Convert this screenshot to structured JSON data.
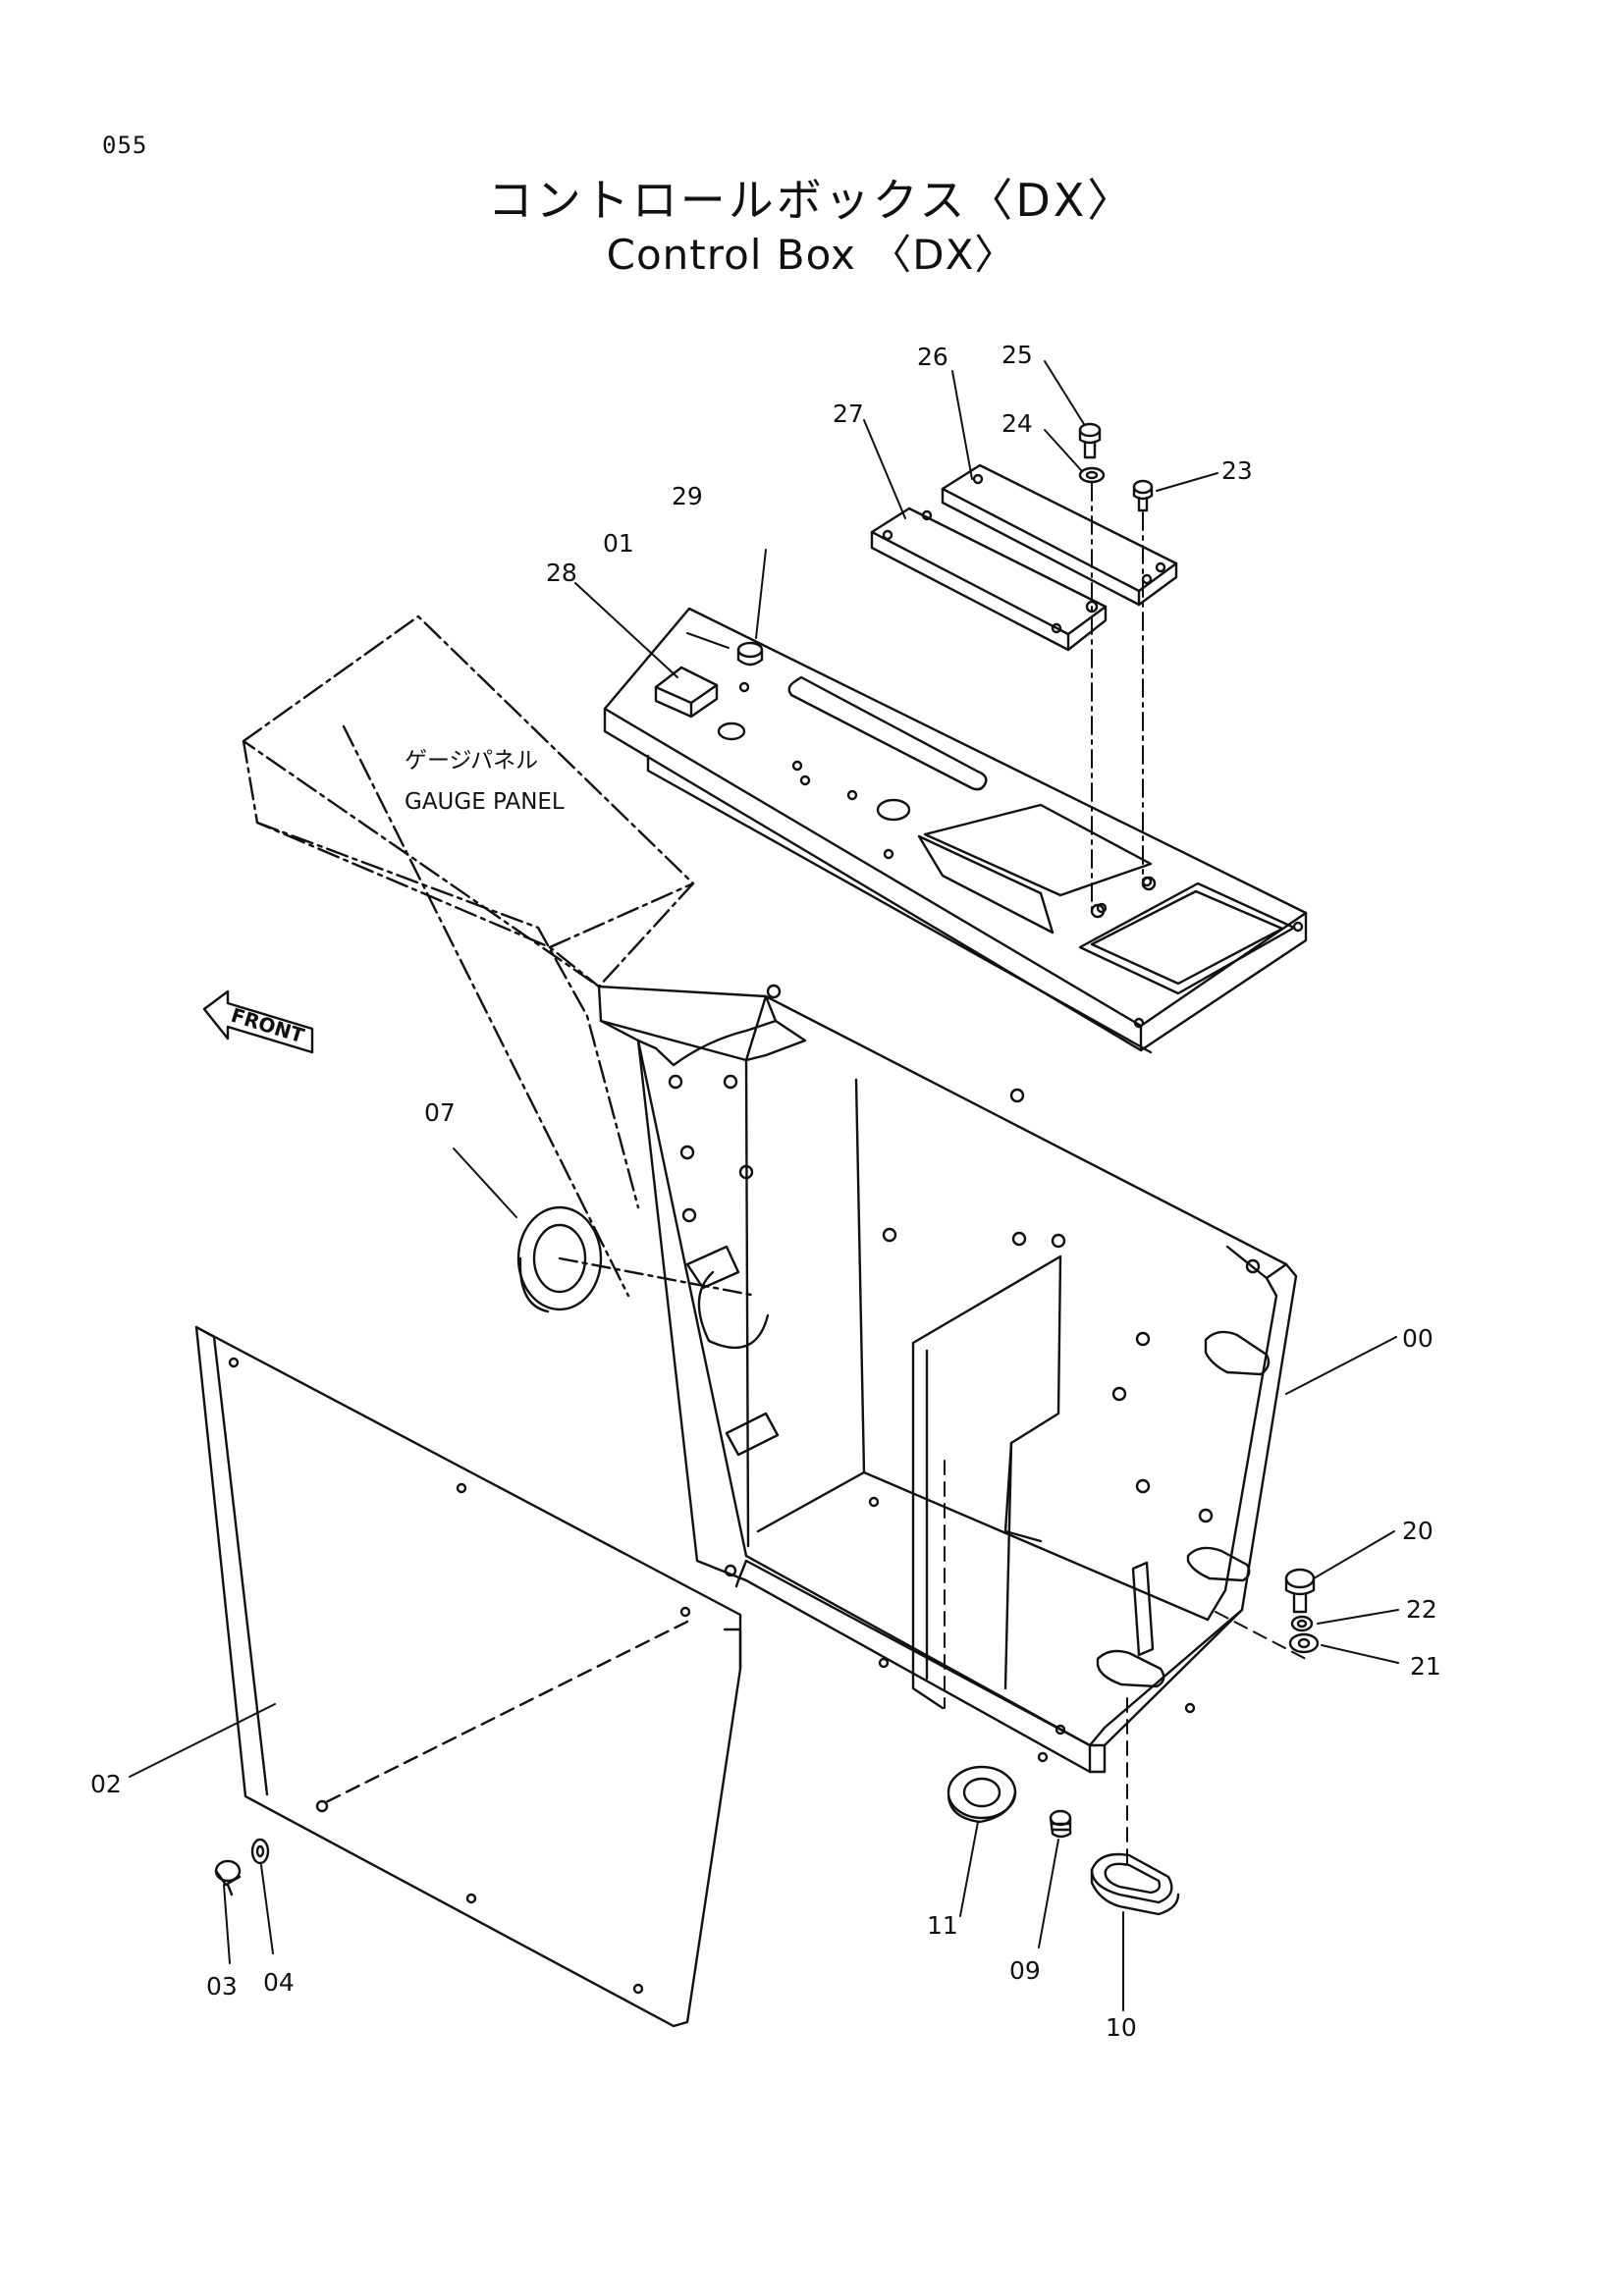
{
  "page": {
    "number": "055"
  },
  "title": {
    "japanese": "コントロールボックス〈DX〉",
    "english": "Control Box 〈DX〉"
  },
  "annotations": {
    "gauge_panel_jp": "ゲージパネル",
    "gauge_panel_en": "GAUGE PANEL",
    "front_arrow": "FRONT"
  },
  "callouts": [
    "00",
    "01",
    "02",
    "03",
    "04",
    "07",
    "09",
    "10",
    "11",
    "20",
    "21",
    "22",
    "23",
    "24",
    "25",
    "26",
    "27",
    "28",
    "29"
  ]
}
